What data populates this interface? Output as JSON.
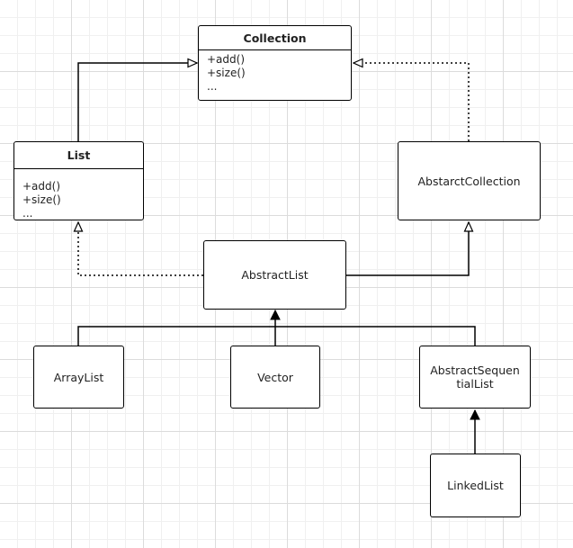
{
  "colors": {
    "stroke": "#000000",
    "node_fill": "#ffffff",
    "text": "#222222",
    "grid_major": "#dcdcdc",
    "grid_minor": "#f0f0f0"
  },
  "nodes": {
    "collection": {
      "title": "Collection",
      "members": [
        "+add()",
        "+size()",
        "..."
      ]
    },
    "list": {
      "title": "List",
      "members": [
        "+add()",
        "+size()",
        "..."
      ]
    },
    "abstract_collection": {
      "label": "AbstarctCollection"
    },
    "abstract_list": {
      "label": "AbstractList"
    },
    "array_list": {
      "label": "ArrayList"
    },
    "vector": {
      "label": "Vector"
    },
    "abstract_sequential_list": {
      "label": "AbstractSequentialList"
    },
    "linked_list": {
      "label": "LinkedList"
    }
  },
  "edges": [
    {
      "from": "list",
      "to": "collection",
      "kind": "generalization"
    },
    {
      "from": "abstract_collection",
      "to": "collection",
      "kind": "realization"
    },
    {
      "from": "abstract_list",
      "to": "list",
      "kind": "realization"
    },
    {
      "from": "abstract_list",
      "to": "abstract_collection",
      "kind": "generalization"
    },
    {
      "from": "array_list",
      "to": "abstract_list",
      "kind": "inheritance"
    },
    {
      "from": "vector",
      "to": "abstract_list",
      "kind": "inheritance"
    },
    {
      "from": "abstract_sequential_list",
      "to": "abstract_list",
      "kind": "inheritance"
    },
    {
      "from": "linked_list",
      "to": "abstract_sequential_list",
      "kind": "inheritance"
    }
  ]
}
